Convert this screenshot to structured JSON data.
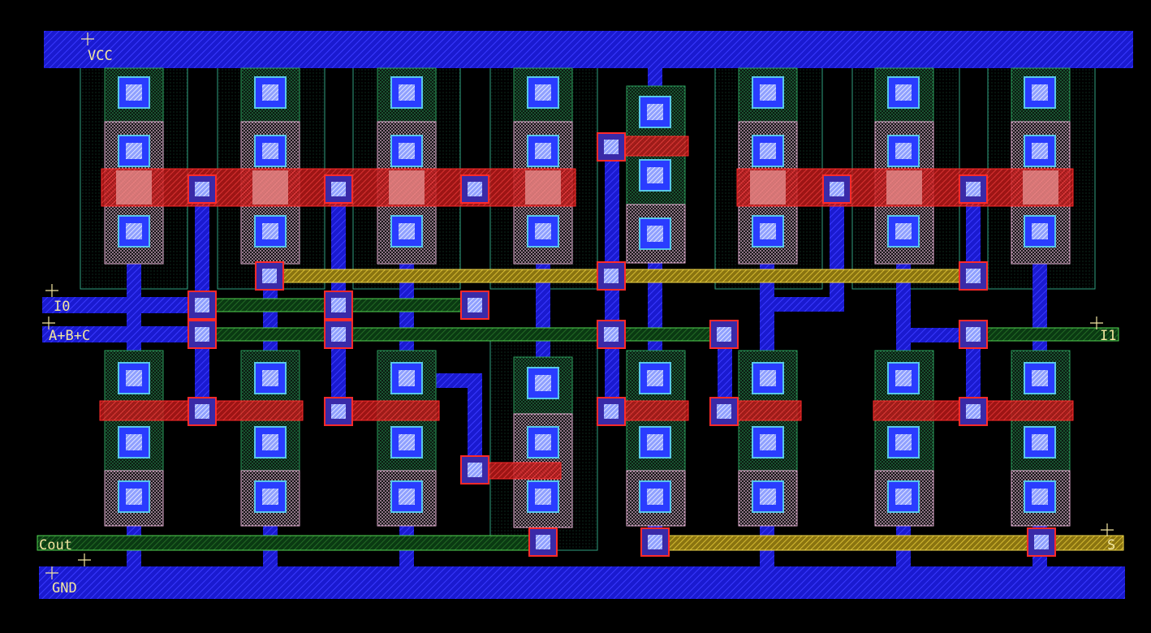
{
  "colors": {
    "background": "#000000",
    "metal1": "#1c1cd6",
    "metal2": "#e8d24a",
    "poly": "#e02828",
    "active_p": "#e6b8d8",
    "active_n": "#2a9a5a",
    "contact": "#5a7cff",
    "well": "#2d9f72",
    "label": "#f2e6a0"
  },
  "labels": {
    "vcc": "VCC",
    "gnd": "GND",
    "i0": "I0",
    "abc": "A+B+C",
    "cout": "Cout",
    "i1": "I1",
    "s": "S"
  }
}
